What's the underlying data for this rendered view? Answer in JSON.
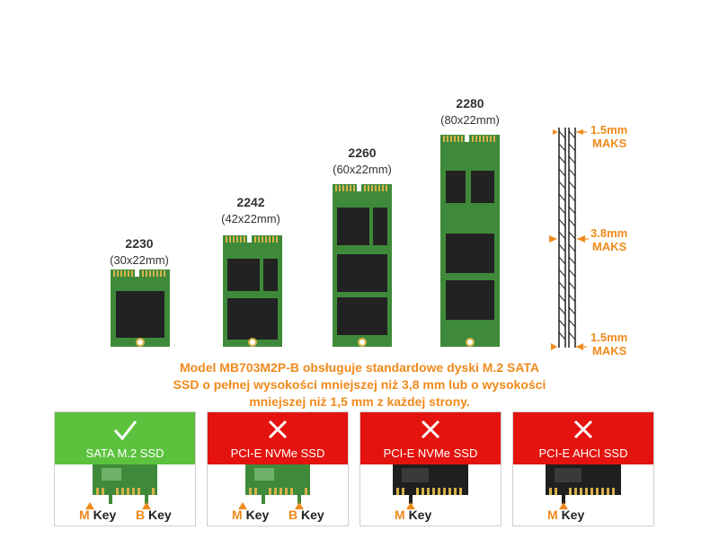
{
  "form_factors": [
    {
      "name": "2230",
      "dims": "(30x22mm)"
    },
    {
      "name": "2242",
      "dims": "(42x22mm)"
    },
    {
      "name": "2260",
      "dims": "(60x22mm)"
    },
    {
      "name": "2280",
      "dims": "(80x22mm)"
    }
  ],
  "thickness": {
    "top_value": "1.5mm",
    "top_note": "MAKS",
    "mid_value": "3.8mm",
    "mid_note": "MAKS",
    "bottom_value": "1.5mm",
    "bottom_note": "MAKS"
  },
  "description": {
    "line1": "Model MB703M2P-B obsługuje standardowe dyski M.2 SATA",
    "line2": "SSD o pełnej wysokości mniejszej niż 3,8 mm lub o wysokości",
    "line3": "mniejszej niż 1,5 mm z każdej strony."
  },
  "compatibility": [
    {
      "title": "SATA M.2 SSD",
      "status": "supported",
      "keys": [
        "M",
        "B"
      ]
    },
    {
      "title": "PCI-E NVMe SSD",
      "status": "not-supported",
      "keys": [
        "M",
        "B"
      ]
    },
    {
      "title": "PCI-E NVMe SSD",
      "status": "not-supported",
      "keys": [
        "M"
      ]
    },
    {
      "title": "PCI-E AHCI SSD",
      "status": "not-supported",
      "keys": [
        "M"
      ]
    }
  ],
  "key_word": "Key",
  "colors": {
    "accent": "#f08a1c",
    "ok": "#5cc23e",
    "bad": "#e4130f",
    "pcb": "#3f8a3a",
    "chip": "#222222"
  }
}
